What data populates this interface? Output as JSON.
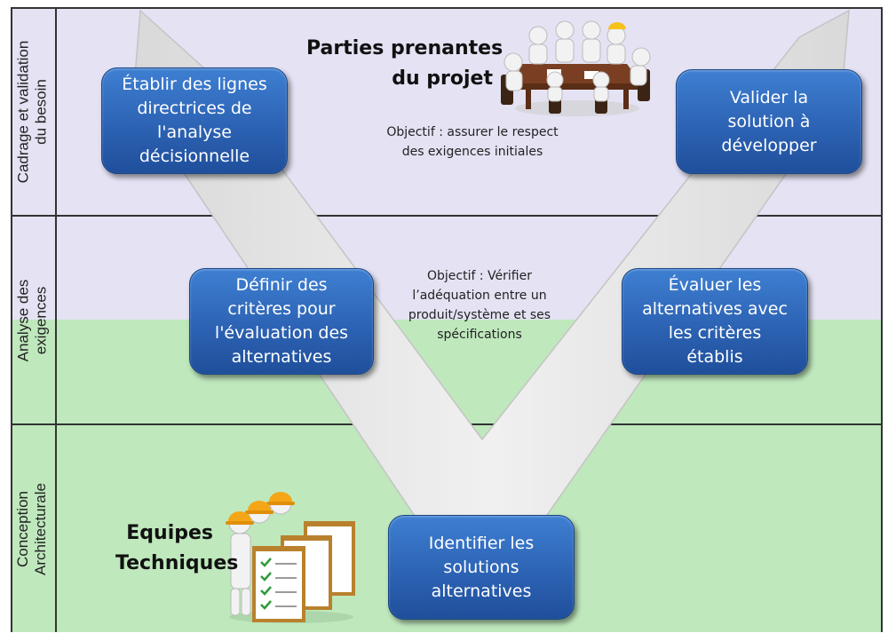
{
  "rows": [
    {
      "label": "Cadrage et validation\ndu besoin"
    },
    {
      "label": "Analyse des\nexigences"
    },
    {
      "label": "Conception\nArchitecturale"
    }
  ],
  "boxes": {
    "etablir": "Établir des lignes\ndirectrices de\nl'analyse\ndécisionnelle",
    "valider": "Valider la\nsolution à\ndévelopper",
    "definir": "Définir des\ncritères pour\nl'évaluation des\nalternatives",
    "evaluer": "Évaluer les\nalternatives avec\nles critères\nétablis",
    "identifier": "Identifier les\nsolutions\nalternatives"
  },
  "stakeholders": {
    "title": "Parties prenantes\ndu projet"
  },
  "teams": {
    "title": "Equipes\nTechniques"
  },
  "objectives": {
    "top": "Objectif : assurer le respect\ndes exigences initiales",
    "middle": "Objectif : Vérifier\nl’adéquation entre un\nproduit/système et ses\nspécifications"
  },
  "colors": {
    "box": "#2d63b4",
    "lavender_band": "#e4e2f3",
    "green_band": "#bfe8bd",
    "v_shape": "#e6e6e6"
  }
}
